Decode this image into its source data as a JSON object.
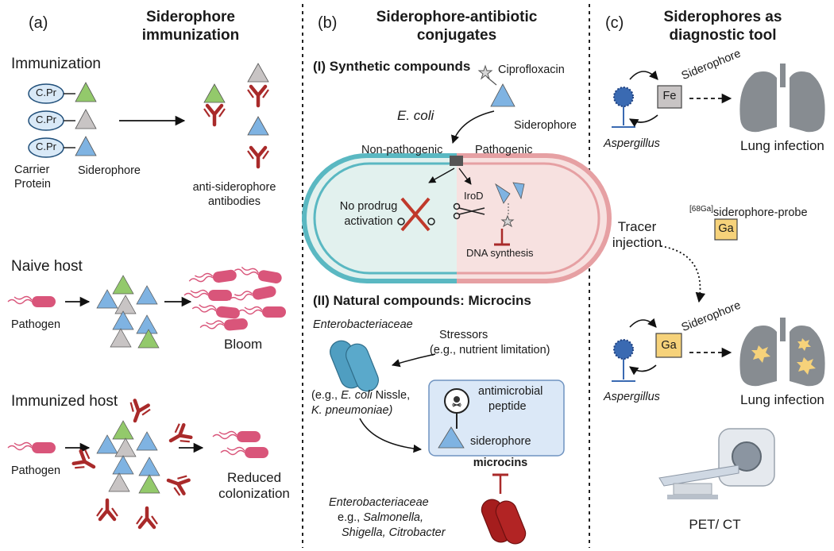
{
  "panel_a": {
    "letter": "(a)",
    "title_line1": "Siderophore",
    "title_line2": "immunization",
    "immunization": {
      "heading": "Immunization",
      "carrier_tag": "C.Pr",
      "carrier_label_line1": "Carrier",
      "carrier_label_line2": "Protein",
      "siderophore_label": "Siderophore",
      "antibodies_line1": "anti-siderophore",
      "antibodies_line2": "antibodies"
    },
    "naive": {
      "heading": "Naive host",
      "pathogen_label": "Pathogen",
      "outcome": "Bloom"
    },
    "immunized": {
      "heading": "Immunized host",
      "pathogen_label": "Pathogen",
      "outcome_line1": "Reduced",
      "outcome_line2": "colonization"
    }
  },
  "panel_b": {
    "letter": "(b)",
    "title_line1": "Siderophore-antibiotic",
    "title_line2": "conjugates",
    "synthetic": {
      "heading": "(I) Synthetic compounds",
      "drug_label": "Ciprofloxacin",
      "siderophore_label": "Siderophore",
      "organism": "E. coli",
      "non_pathogenic": "Non-pathogenic",
      "pathogenic": "Pathogenic",
      "no_activation_line1": "No prodrug",
      "no_activation_line2": "activation",
      "enzyme": "IroD",
      "dna": "DNA synthesis"
    },
    "natural": {
      "heading": "(II) Natural compounds: Microcins",
      "producer": "Enterobacteriaceae",
      "stressors_line1": "Stressors",
      "stressors_line2": "(e.g., nutrient limitation)",
      "examples_line1_pre": "(e.g., ",
      "examples_line1_it": "E. coli",
      "examples_line1_post": " Nissle,",
      "examples_line2": "K. pneumoniae)",
      "peptide_line1": "antimicrobial",
      "peptide_line2": "peptide",
      "siderophore_label": "siderophore",
      "microcins": "microcins",
      "target": "Enterobacteriaceae",
      "target_eg_pre": "e.g., ",
      "target_eg_it": "Salmonella,",
      "target_line2": "Shigella, Citrobacter"
    }
  },
  "panel_c": {
    "letter": "(c)",
    "title_line1": "Siderophores as",
    "title_line2": "diagnostic tool",
    "fe": "Fe",
    "ga": "Ga",
    "siderophore_label": "Siderophore",
    "fungus": "Aspergillus",
    "infection": "Lung infection",
    "probe_sup": "[68Ga]",
    "probe_rest": "siderophore-probe",
    "tracer_line1": "Tracer",
    "tracer_line2": "injection",
    "scanner": "PET/ CT"
  },
  "colors": {
    "green_triangle": "#93c96b",
    "grey_triangle": "#c8c4c4",
    "blue_triangle": "#7fb3e2",
    "antibody": "#a92a2a",
    "pathogen": "#d9557a",
    "carrier": "#d9e9f7",
    "membrane_blue": "#5ab8c2",
    "membrane_red": "#e6a0a3",
    "microcin_box": "#dbe8f7",
    "lung": "#878c91",
    "metal_box": "#f6d27a"
  }
}
